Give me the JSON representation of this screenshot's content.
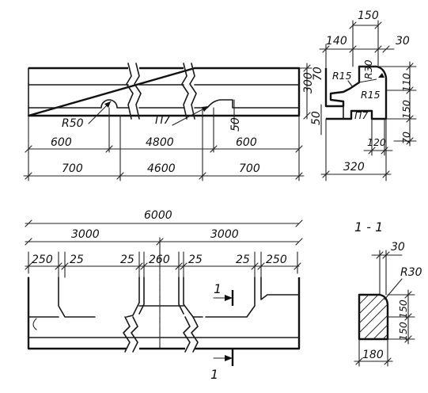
{
  "top_view": {
    "dims_row1": [
      "600",
      "4800",
      "600"
    ],
    "dims_row2": [
      "700",
      "4600",
      "700"
    ],
    "notch_radius": "R50",
    "notch_label": "П7",
    "notch_depth": "50",
    "height": "300",
    "edge_offset": "50",
    "wall_offset": "70"
  },
  "section": {
    "top_dims": [
      "150",
      "140",
      "30"
    ],
    "radii": [
      "R15",
      "R30",
      "R15"
    ],
    "right_dims": [
      "110",
      "150",
      "70"
    ],
    "channel_label": "П7",
    "bottom_dim": "120",
    "total_width": "320"
  },
  "front_view": {
    "total": "6000",
    "halves": [
      "3000",
      "3000"
    ],
    "spacings": [
      "250",
      "25",
      "25",
      "260",
      "25",
      "25",
      "250"
    ],
    "cut_mark": "1"
  },
  "cut_section": {
    "title": "1 - 1",
    "top_dim": "30",
    "radius": "R30",
    "right_dims": [
      "150",
      "150"
    ],
    "bottom_dim": "180"
  }
}
